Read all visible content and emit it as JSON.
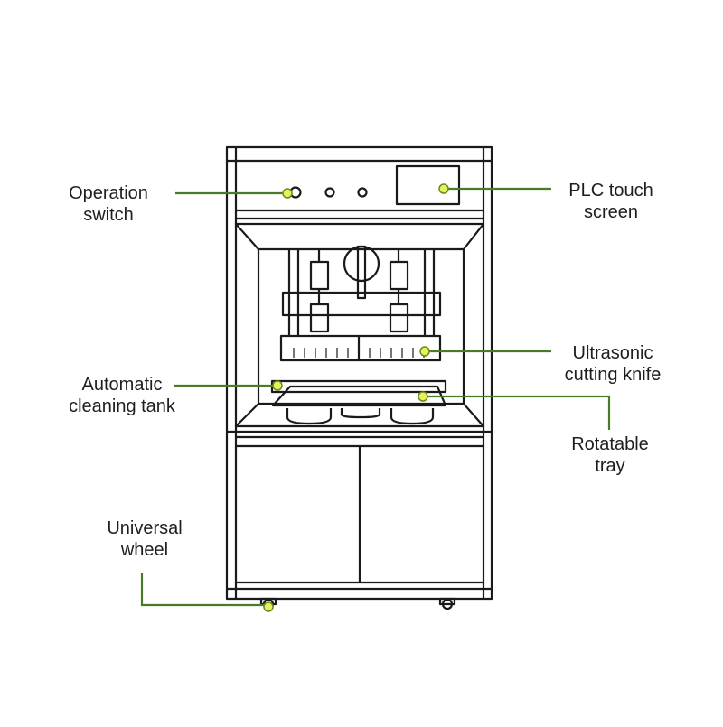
{
  "diagram": {
    "colors": {
      "outline": "#1a1a1a",
      "leader": "#4a7a2a",
      "marker_fill": "#e4f25c",
      "marker_stroke": "#6a8a20"
    },
    "labels": [
      {
        "id": "operation-switch",
        "lines": [
          "Operation",
          "switch"
        ]
      },
      {
        "id": "plc-touch-screen",
        "lines": [
          "PLC touch",
          "screen"
        ]
      },
      {
        "id": "ultrasonic-cutting-knife",
        "lines": [
          "Ultrasonic",
          "cutting knife"
        ]
      },
      {
        "id": "automatic-cleaning-tank",
        "lines": [
          "Automatic",
          "cleaning tank"
        ]
      },
      {
        "id": "rotatable-tray",
        "lines": [
          "Rotatable",
          "tray"
        ]
      },
      {
        "id": "universal-wheel",
        "lines": [
          "Universal",
          "wheel"
        ]
      }
    ]
  }
}
